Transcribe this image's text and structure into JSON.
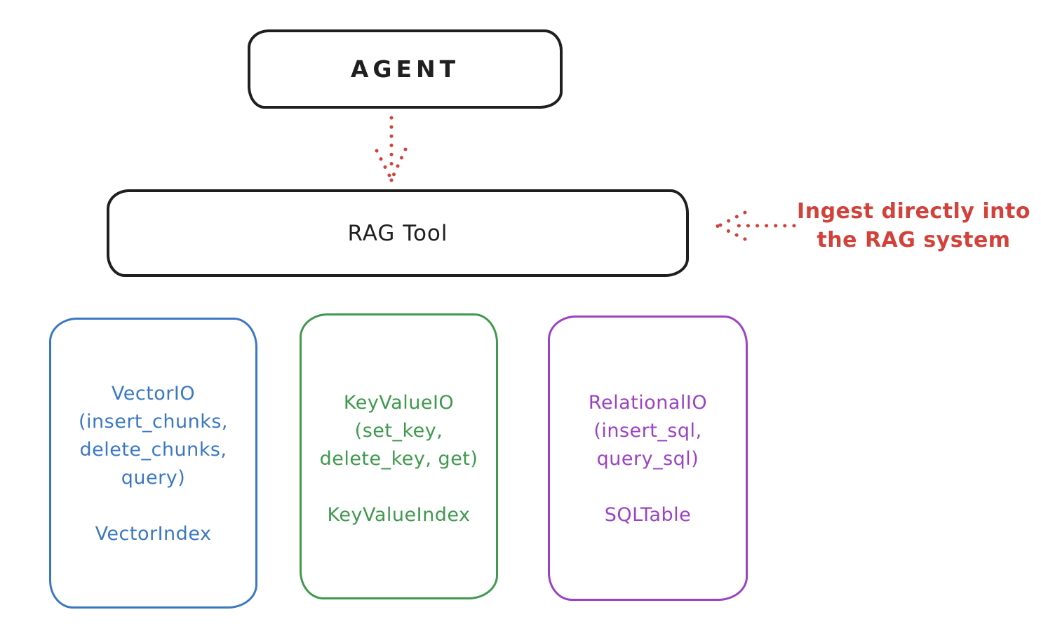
{
  "colors": {
    "black": "#1f1f1f",
    "red": "#d2423a",
    "blue": "#3b78c4",
    "green": "#3f994d",
    "purple": "#9b42c3",
    "background": "#ffffff"
  },
  "agent": {
    "label": "AGENT"
  },
  "rag_tool": {
    "label": "RAG Tool"
  },
  "annotation": {
    "line1": "Ingest directly into",
    "line2": "the RAG system"
  },
  "icons": {
    "down_arrow": "dotted-arrow-down",
    "left_arrow": "dotted-arrow-left"
  },
  "stores": {
    "vector": {
      "lines": [
        "VectorIO",
        "(insert_chunks,",
        "delete_chunks,",
        "query)"
      ],
      "index_label": "VectorIndex"
    },
    "keyvalue": {
      "lines": [
        "KeyValueIO",
        "(set_key,",
        "delete_key, get)"
      ],
      "index_label": "KeyValueIndex"
    },
    "relational": {
      "lines": [
        "RelationalIO",
        "(insert_sql,",
        "query_sql)"
      ],
      "index_label": "SQLTable"
    }
  }
}
